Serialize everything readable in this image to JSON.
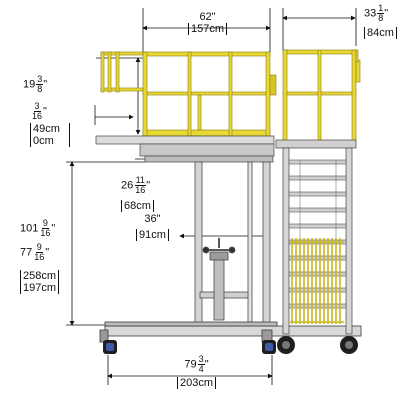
{
  "colors": {
    "rail": "#e8d836",
    "rail_edge": "#8a7d10",
    "frame": "#4a4a4a",
    "wheel": "#1e1e1e",
    "wheel_accent": "#3d5aa8",
    "dimension": "#111111"
  },
  "icons": [
    "wheel-icon",
    "caster-icon"
  ],
  "dimensions": {
    "top_width": {
      "imperial": "62\"",
      "metric": "157cm"
    },
    "right_width": {
      "whole": "33",
      "num": "1",
      "den": "8",
      "unit": "\"",
      "metric": "84cm"
    },
    "rail_height": {
      "whole": "19",
      "num": "3",
      "den": "8",
      "unit": "\""
    },
    "rail_gap": {
      "whole": "",
      "num": "3",
      "den": "16",
      "unit": "\"",
      "metric_a": "49cm",
      "metric_b": "0cm"
    },
    "deck_drop": {
      "whole": "26",
      "num": "11",
      "den": "16",
      "unit": "\"",
      "metric": "68cm"
    },
    "inner_width": {
      "imperial": "36\"",
      "metric": "91cm"
    },
    "max_height": {
      "whole": "101",
      "num": "9",
      "den": "16",
      "unit": "\""
    },
    "min_height": {
      "whole": "77",
      "num": "9",
      "den": "16",
      "unit": "\""
    },
    "height_metric": {
      "max": "258cm",
      "min": "197cm"
    },
    "base_length": {
      "whole": "79",
      "num": "3",
      "den": "4",
      "unit": "\"",
      "metric": "203cm"
    }
  }
}
